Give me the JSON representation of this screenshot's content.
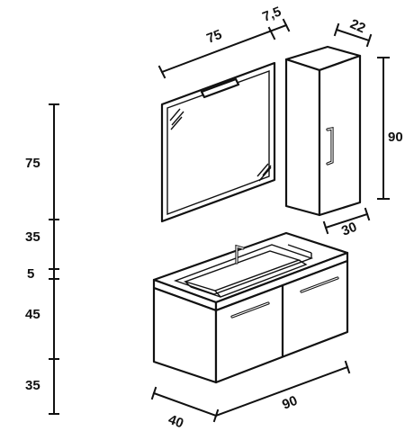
{
  "colors": {
    "line": "#111111",
    "background": "#ffffff"
  },
  "dimensions": {
    "mirror_width": "75",
    "mirror_gap": "7,5",
    "column_depth_top": "22",
    "column_height": "90",
    "column_depth_bottom": "30",
    "height_mirror": "75",
    "height_gap_above_sink": "35",
    "height_sink_top": "5",
    "height_base_cabinet": "45",
    "height_floor_clearance": "35",
    "base_depth": "40",
    "base_width": "90"
  }
}
